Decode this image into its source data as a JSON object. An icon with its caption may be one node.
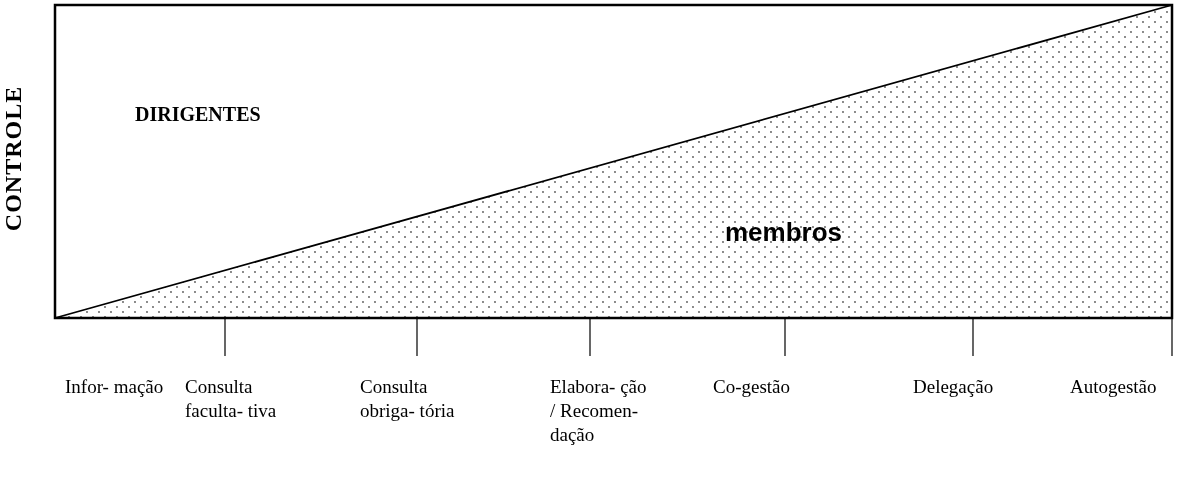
{
  "diagram": {
    "nodes": [
      {
        "text": [
          "DIRIGENTES"
        ]
      },
      {
        "text": [
          "membros"
        ]
      }
    ],
    "labels": [
      "CONTROLE",
      "Infor- mação",
      "Consulta faculta- tiva",
      "Consulta obriga- tória",
      "Elabora- ção / Recomen- dação",
      "Co-gestão",
      "Delegação",
      "Autogestão"
    ]
  }
}
